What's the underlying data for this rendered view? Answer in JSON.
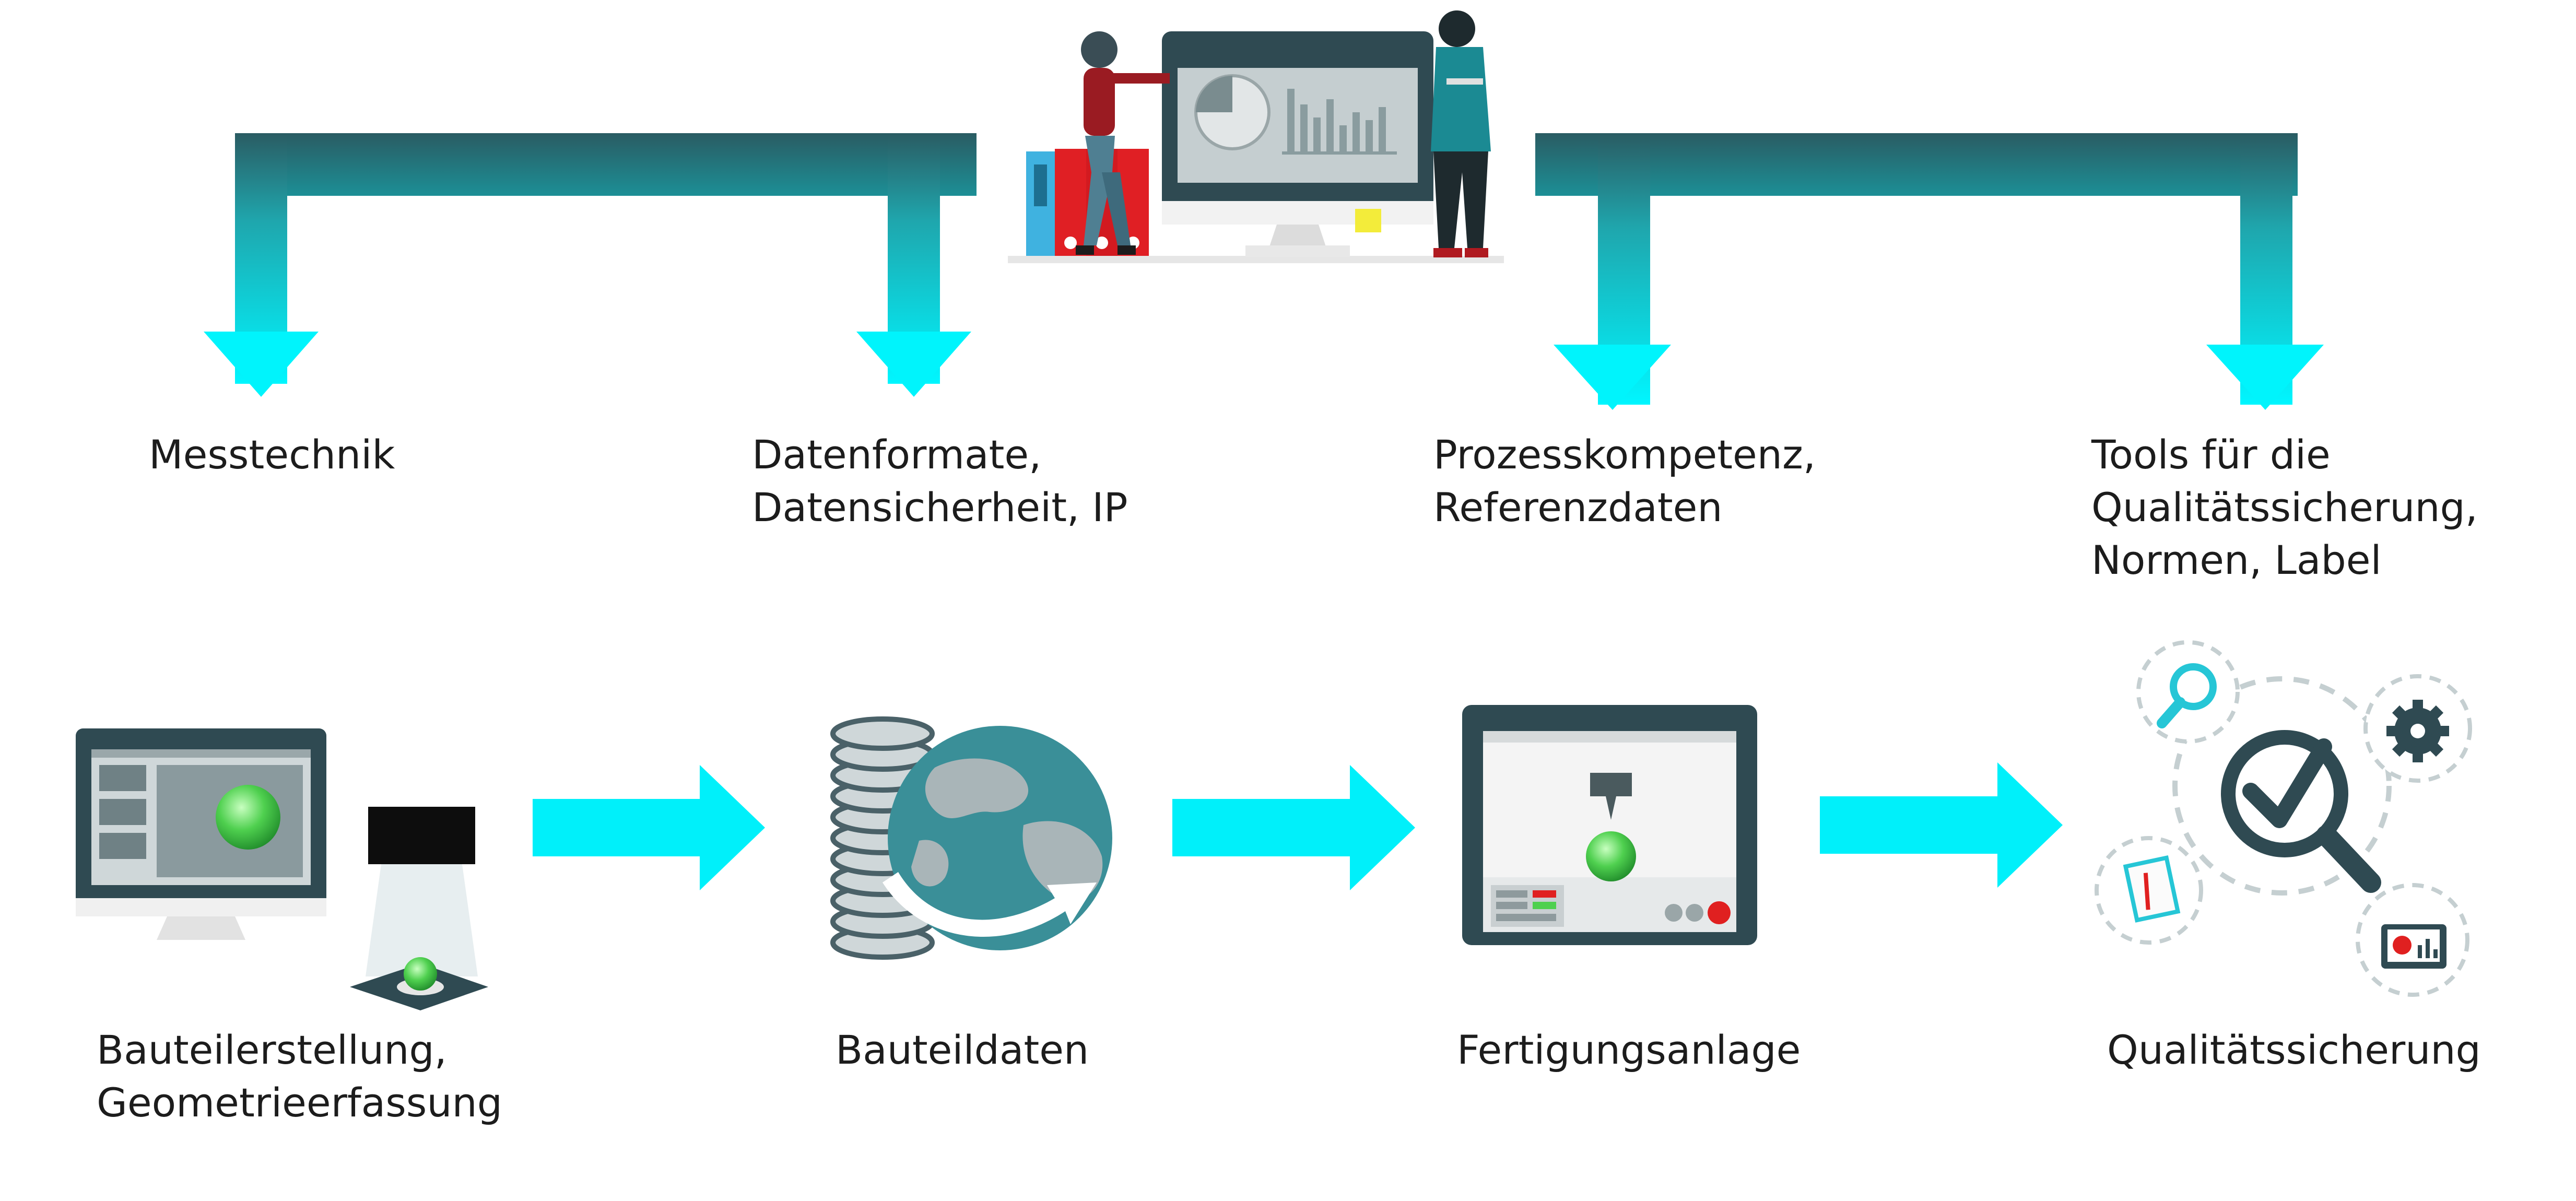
{
  "top_labels": [
    {
      "lines": [
        "Messtechnik"
      ]
    },
    {
      "lines": [
        "Datenformate,",
        "Datensicherheit, IP"
      ]
    },
    {
      "lines": [
        "Prozesskompetenz,",
        "Referenzdaten"
      ]
    },
    {
      "lines": [
        "Tools für die",
        "Qualitätssicherung,",
        "Normen, Label"
      ]
    }
  ],
  "process_steps": [
    {
      "lines": [
        "Bauteilerstellung,",
        "Geometrieerfassung"
      ],
      "icon": "computer-and-scanner-icon"
    },
    {
      "lines": [
        "Bauteildaten"
      ],
      "icon": "database-and-globe-icon"
    },
    {
      "lines": [
        "Fertigungsanlage"
      ],
      "icon": "3d-printer-icon"
    },
    {
      "lines": [
        "Qualitätssicherung"
      ],
      "icon": "quality-check-icon"
    }
  ],
  "illustration": {
    "icon": "people-with-monitor-dashboard-icon"
  },
  "colors": {
    "arrow_gradient_top": "#2a5c63",
    "arrow_gradient_bottom": "#00f6ff",
    "arrow_cyan": "#00f0fa",
    "dark": "#2f4a52",
    "accent_red": "#e02020",
    "accent_green": "#4fd04f"
  }
}
